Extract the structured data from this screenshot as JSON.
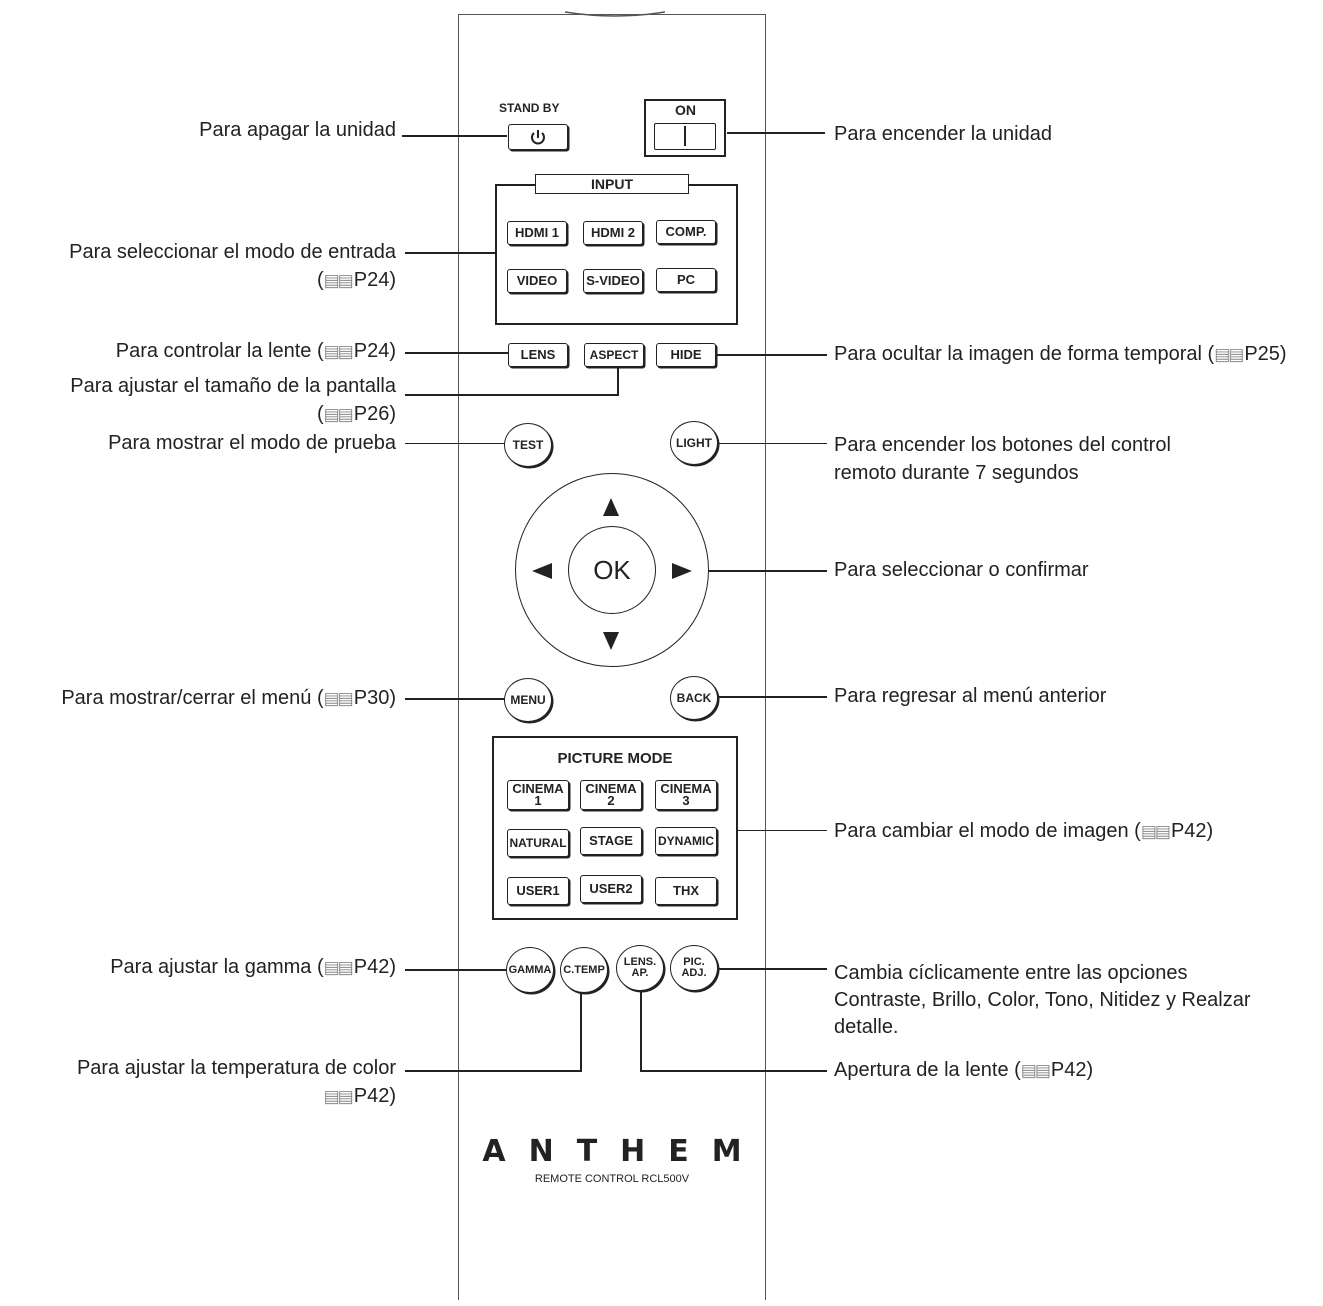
{
  "remote": {
    "standby_label": "STAND BY",
    "on_label": "ON",
    "input_label": "INPUT",
    "input_buttons": [
      "HDMI 1",
      "HDMI 2",
      "COMP.",
      "VIDEO",
      "S-VIDEO",
      "PC"
    ],
    "lens": "LENS",
    "aspect": "ASPECT",
    "hide": "HIDE",
    "test": "TEST",
    "light": "LIGHT",
    "ok": "OK",
    "menu": "MENU",
    "back": "BACK",
    "picture_mode_label": "PICTURE MODE",
    "picture_buttons": [
      "CINEMA\n1",
      "CINEMA\n2",
      "CINEMA\n3",
      "NATURAL",
      "STAGE",
      "DYNAMIC",
      "USER1",
      "USER2",
      "THX"
    ],
    "gamma": "GAMMA",
    "ctemp": "C.TEMP",
    "lens_ap": "LENS.\nAP.",
    "pic_adj": "PIC.\nADJ.",
    "brand": "ANTHEM",
    "model": "REMOTE CONTROL RCL500V"
  },
  "callouts": {
    "power_off": "Para apagar la unidad",
    "power_on": "Para encender la unidad",
    "input_1": "Para seleccionar el modo de entrada",
    "input_2": "P24)",
    "lens": "Para controlar la lente (",
    "lens_ref": "P24)",
    "aspect_1": "Para ajustar el tamaño de la pantalla",
    "aspect_2": "P26)",
    "hide": "Para ocultar la imagen de forma temporal (",
    "hide_ref": "P25)",
    "test": "Para mostrar el modo de prueba",
    "light_1": "Para encender los botones del control",
    "light_2": "remoto durante 7 segundos",
    "ok": "Para seleccionar o confirmar",
    "menu": "Para mostrar/cerrar el menú (",
    "menu_ref": "P30)",
    "back": "Para regresar al menú anterior",
    "picture": "Para cambiar el modo de imagen (",
    "picture_ref": "P42)",
    "gamma": "Para ajustar la gamma (",
    "gamma_ref": "P42)",
    "picadj_1": "Cambia cíclicamente entre las opciones",
    "picadj_2": "Contraste, Brillo, Color, Tono, Nitidez y Realzar",
    "picadj_3": "detalle.",
    "ctemp_1": "Para ajustar la temperatura de color",
    "ctemp_2": "P42)",
    "lensap": "Apertura de la lente (",
    "lensap_ref": "P42)"
  },
  "book_icon": "book-icon"
}
